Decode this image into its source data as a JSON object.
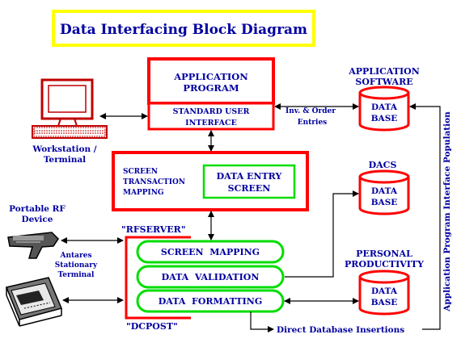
{
  "title": "Data Interfacing Block Diagram",
  "workstation": {
    "line1": "Workstation /",
    "line2": "Terminal"
  },
  "application_program": {
    "line1": "APPLICATION",
    "line2": "PROGRAM"
  },
  "standard_user_interface": {
    "line1": "STANDARD USER",
    "line2": "INTERFACE"
  },
  "inv_order_entries": {
    "line1": "Inv. & Order",
    "line2": "Entries"
  },
  "application_software": {
    "line1": "APPLICATION",
    "line2": "SOFTWARE"
  },
  "database_label": {
    "line1": "DATA",
    "line2": "BASE"
  },
  "screen_transaction_mapping": {
    "line1": "SCREEN",
    "line2": "TRANSACTION",
    "line3": "MAPPING"
  },
  "data_entry_screen": {
    "line1": "DATA ENTRY",
    "line2": "SCREEN"
  },
  "dacs": "DACS",
  "portable_rf_device": {
    "line1": "Portable RF",
    "line2": "Device"
  },
  "rfserver": "\"RFSERVER\"",
  "screen_mapping": "SCREEN  MAPPING",
  "data_validation": "DATA  VALIDATION",
  "data_formatting": "DATA  FORMATTING",
  "antares_terminal": {
    "line1": "Antares",
    "line2": "Stationary",
    "line3": "Terminal"
  },
  "personal_productivity": {
    "line1": "PERSONAL",
    "line2": "PRODUCTIVITY"
  },
  "dcpost": "\"DCPOST\"",
  "direct_database_insertions": "Direct Database Insertions",
  "vertical_label": "Application Program Interface Population",
  "colors": {
    "red": "#ff0000",
    "green": "#00dd00",
    "navy": "#0000a0",
    "yellow": "#ffff00"
  }
}
